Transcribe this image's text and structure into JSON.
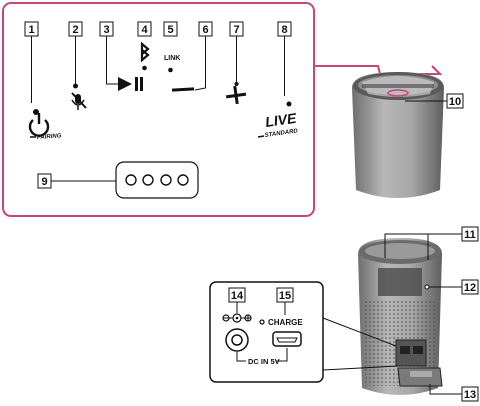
{
  "callouts": [
    "1",
    "2",
    "3",
    "4",
    "5",
    "6",
    "7",
    "8",
    "9",
    "10",
    "11",
    "12",
    "13",
    "14",
    "15"
  ],
  "labels": {
    "pairing": "PAIRING",
    "link": "LINK",
    "live": "LIVE",
    "standard": "STANDARD",
    "charge": "CHARGE",
    "dc_in": "DC IN 5V"
  },
  "colors": {
    "panel_border": "#c8457a",
    "line": "#111111",
    "speaker_body": "#9c9c9c"
  },
  "icons": [
    "power-icon",
    "mic-mute-icon",
    "play-pause-icon",
    "bluetooth-icon",
    "minus-icon",
    "plus-icon",
    "dc-polarity-icon",
    "usb-port-icon"
  ]
}
